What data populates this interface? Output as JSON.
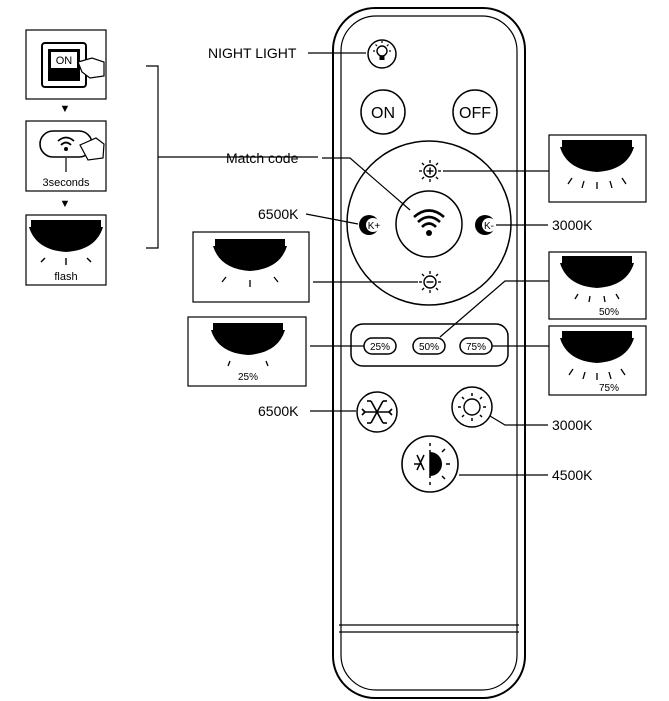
{
  "labels": {
    "night_light": "NIGHT LIGHT",
    "match_code": "Match code",
    "k_plus_temp": "6500K",
    "k_minus_temp": "3000K",
    "cold_white": "6500K",
    "warm_white": "3000K",
    "neutral_white": "4500K"
  },
  "remote": {
    "on_label": "ON",
    "off_label": "OFF",
    "k_plus_label": "K+",
    "k_minus_label": "K-",
    "pct_25": "25%",
    "pct_50": "50%",
    "pct_75": "75%"
  },
  "pairing_steps": {
    "switch_label": "ON",
    "hold_caption": "3seconds",
    "flash_caption": "flash"
  },
  "panel_captions": {
    "p50": "50%",
    "p25": "25%",
    "p75": "75%"
  },
  "icons": [
    "bulb-icon",
    "wifi-icon",
    "brightness-up-icon",
    "brightness-down-icon",
    "snowflake-icon",
    "sun-icon",
    "half-sun-icon",
    "lamp-icon",
    "hand-icon"
  ]
}
